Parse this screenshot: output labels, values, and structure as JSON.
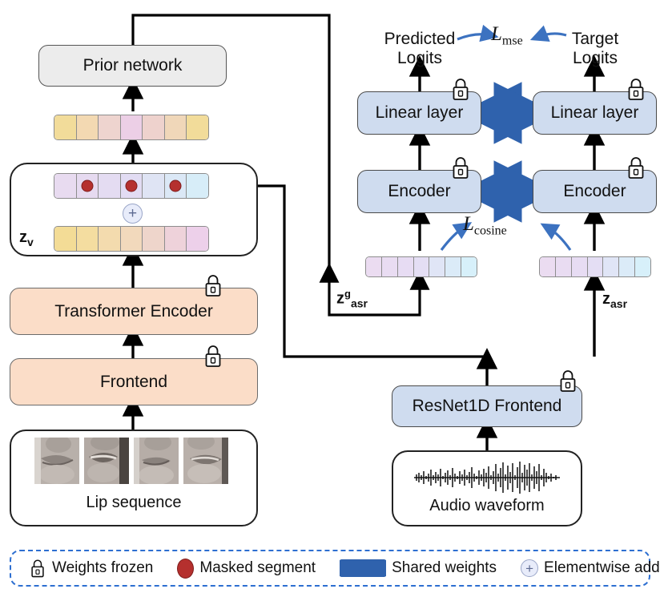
{
  "diagram": {
    "title": "Visual speech recognition knowledge distillation architecture",
    "colors": {
      "prior_box": "#ececec",
      "visual_box": "#fbddc8",
      "audio_box": "#cfdcef",
      "shared_arrow": "#2f62ad",
      "loss_arrow": "#3c72c0",
      "masked_dot": "#b5302e",
      "legend_border": "#2d6fd1"
    }
  },
  "visual_branch": {
    "prior_network": {
      "label": "Prior network"
    },
    "transformer_encoder": {
      "label": "Transformer Encoder",
      "frozen": true,
      "lock_icon": "lock-icon"
    },
    "frontend": {
      "label": "Frontend",
      "frozen": true,
      "lock_icon": "lock-icon"
    },
    "lip_sequence": {
      "caption": "Lip sequence",
      "frame_count": 4
    },
    "zv_label": {
      "base": "z",
      "sub": "v"
    },
    "elementwise_add": {
      "symbol": "+",
      "name": "elementwise-add"
    },
    "output_strip": {
      "name": "prior-input-token-strip",
      "cells": [
        "#f2dc9a",
        "#f3d9b2",
        "#eed4cf",
        "#eccfe6",
        "#eed2cd",
        "#f0d7b9",
        "#f2dc9a"
      ]
    },
    "masked_strip": {
      "name": "masked-token-strip",
      "cells": [
        "#e8dbf0",
        "#e6daf0",
        "#e4dcf2",
        "#e2dcf3",
        "#dfe4f4",
        "#dbe8f6",
        "#d7edf8"
      ],
      "masked_indices": [
        1,
        3,
        5
      ]
    },
    "zv_strip": {
      "name": "visual-latent-strip",
      "cells": [
        "#f3dc96",
        "#f4dda0",
        "#f3dbae",
        "#f2d9bc",
        "#eed5cb",
        "#eed2da",
        "#edd0ea"
      ]
    }
  },
  "audio_branch": {
    "student": {
      "header": "Predicted\nLogits",
      "linear_layer": {
        "label": "Linear layer",
        "frozen": true,
        "lock_icon": "lock-icon"
      },
      "encoder": {
        "label": "Encoder",
        "frozen": true,
        "lock_icon": "lock-icon"
      },
      "token_strip": {
        "name": "zasr-g-token-strip",
        "cells": [
          "#ebdcf1",
          "#e9dcf2",
          "#e7dcf3",
          "#e4def4",
          "#e0e5f6",
          "#dbebf8",
          "#d7f0fa"
        ]
      },
      "z_label": {
        "base": "z",
        "sup": "g",
        "sub": "asr"
      }
    },
    "teacher": {
      "header": "Target\nLogits",
      "linear_layer": {
        "label": "Linear layer",
        "frozen": true,
        "lock_icon": "lock-icon"
      },
      "encoder": {
        "label": "Encoder",
        "frozen": true,
        "lock_icon": "lock-icon"
      },
      "token_strip": {
        "name": "zasr-token-strip",
        "cells": [
          "#ebdcf1",
          "#e9dcf2",
          "#e7dcf3",
          "#e4def4",
          "#e0e5f6",
          "#dbebf8",
          "#d7f0fa"
        ]
      },
      "z_label": {
        "base": "z",
        "sub": "asr"
      }
    },
    "resnet1d_frontend": {
      "label": "ResNet1D Frontend",
      "frozen": true,
      "lock_icon": "lock-icon"
    },
    "audio_waveform": {
      "caption": "Audio waveform"
    }
  },
  "losses": {
    "mse": {
      "symbol": "L",
      "subscript": "mse"
    },
    "cosine": {
      "symbol": "L",
      "subscript": "cosine"
    }
  },
  "legend": {
    "items": [
      {
        "icon": "lock-icon",
        "label": "Weights frozen"
      },
      {
        "icon": "masked-dot-icon",
        "label": "Masked segment"
      },
      {
        "icon": "double-arrow-icon",
        "label": "Shared weights"
      },
      {
        "icon": "plus-circle-icon",
        "label": "Elementwise add"
      }
    ]
  }
}
